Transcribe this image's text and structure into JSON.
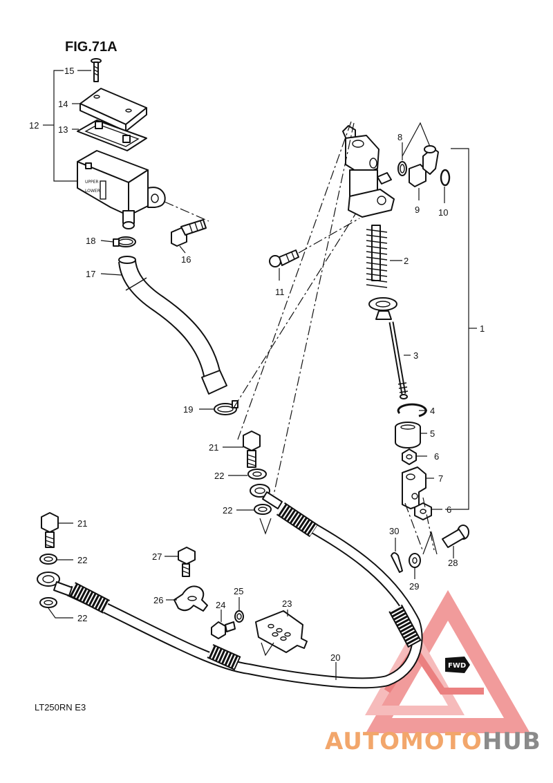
{
  "title": "FIG.71A",
  "model_code": "LT250RN  E3",
  "watermark": {
    "text_colored": "AUTOMOTO",
    "text_gray": "HUB",
    "color_red": "#e86a6a",
    "color_orange": "#f2a66b",
    "color_gray": "#8a8a8a"
  },
  "fwd_label": "FWD",
  "callouts": {
    "c1": "1",
    "c2": "2",
    "c3": "3",
    "c4": "4",
    "c5": "5",
    "c6a": "6",
    "c6b": "6",
    "c7": "7",
    "c8": "8",
    "c9": "9",
    "c10": "10",
    "c11": "11",
    "c12": "12",
    "c13": "13",
    "c14": "14",
    "c15": "15",
    "c16": "16",
    "c17": "17",
    "c18": "18",
    "c19": "19",
    "c20": "20",
    "c21a": "21",
    "c21b": "21",
    "c22a": "22",
    "c22b": "22",
    "c22c": "22",
    "c22d": "22",
    "c23": "23",
    "c24": "24",
    "c25": "25",
    "c26": "26",
    "c27": "27",
    "c28": "28",
    "c29": "29",
    "c30": "30"
  },
  "reservoir_marks": {
    "upper": "UPPER",
    "lower": "LOWER"
  }
}
